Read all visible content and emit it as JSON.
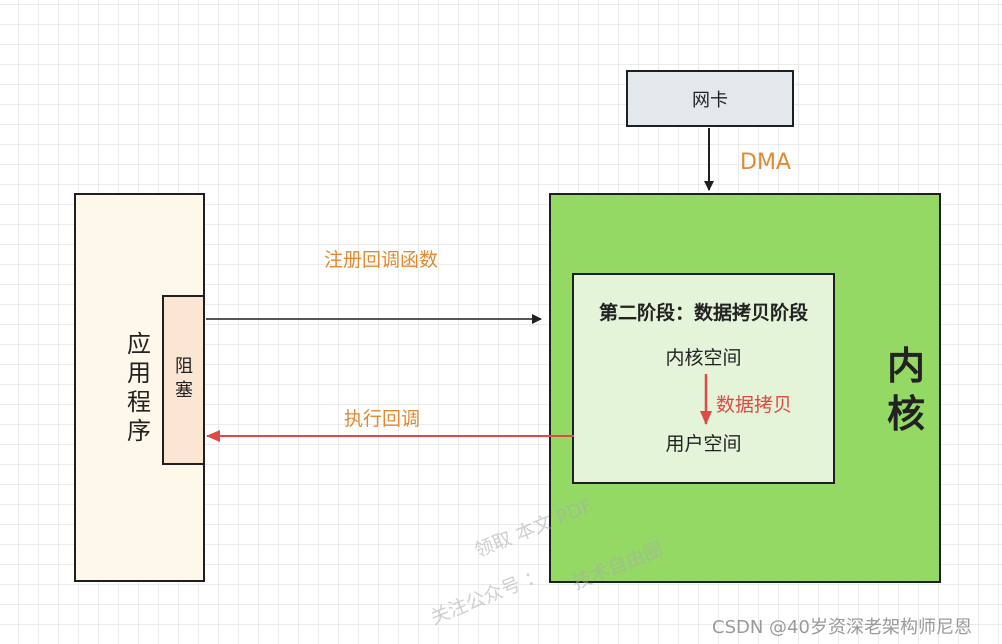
{
  "app": {
    "label_chars": [
      "应",
      "用",
      "程",
      "序"
    ]
  },
  "block": {
    "label_chars": [
      "阻",
      "塞"
    ]
  },
  "kernel": {
    "label_chars": [
      "内",
      "核"
    ]
  },
  "stage": {
    "title": "第二阶段：数据拷贝阶段",
    "kernel_space": "内核空间",
    "user_space": "用户空间",
    "copy_label": "数据拷贝"
  },
  "nic": {
    "label": "网卡"
  },
  "arrows": {
    "dma_label": "DMA",
    "register_label": "注册回调函数",
    "execute_label": "执行回调"
  },
  "watermark": {
    "line1": "领取 本文 PDF",
    "line2": "关注公众号 ：",
    "line3": "技术自由圈",
    "credit": "CSDN @40岁资深老架构师尼恩"
  },
  "colors": {
    "orange_text": "#e08a33",
    "red": "#e04a44",
    "kernel_fill": "#95d965",
    "stage_fill": "#e4f4d8",
    "app_fill": "#fdf8ea",
    "block_fill": "#fbe5d3",
    "nic_fill": "#e3e8ed"
  }
}
